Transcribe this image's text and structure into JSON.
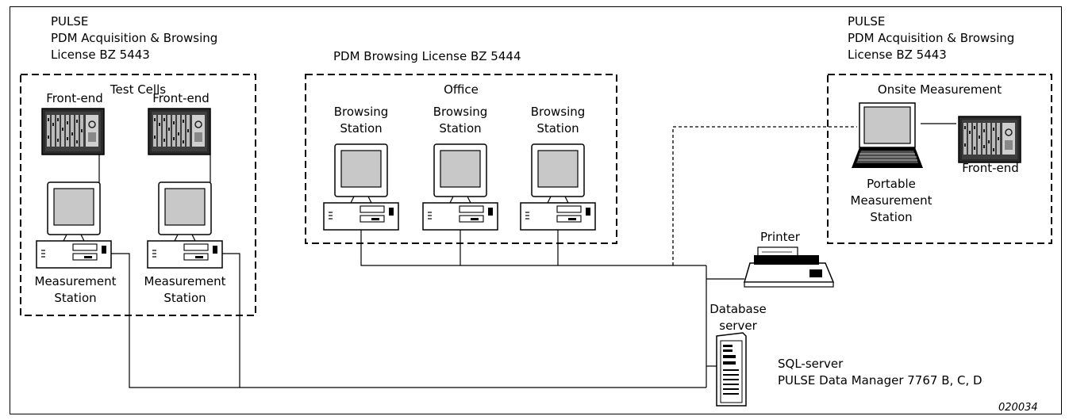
{
  "left_group": {
    "product": "PULSE",
    "package": "PDM Acquisition & Browsing",
    "license": "License BZ 5443",
    "box_title": "Test Cells",
    "station1": {
      "frontend": "Front-end",
      "label_line1": "Measurement",
      "label_line2": "Station"
    },
    "station2": {
      "frontend": "Front-end",
      "label_line1": "Measurement",
      "label_line2": "Station"
    }
  },
  "middle_group": {
    "license": "PDM Browsing License BZ 5444",
    "box_title": "Office",
    "stations": [
      {
        "line1": "Browsing",
        "line2": "Station"
      },
      {
        "line1": "Browsing",
        "line2": "Station"
      },
      {
        "line1": "Browsing",
        "line2": "Station"
      }
    ]
  },
  "right_group": {
    "product": "PULSE",
    "package": "PDM Acquisition & Browsing",
    "license": "License BZ 5443",
    "box_title": "Onsite Measurement",
    "portable_line1": "Portable",
    "portable_line2": "Measurement",
    "portable_line3": "Station",
    "frontend": "Front-end"
  },
  "printer": {
    "label": "Printer"
  },
  "database": {
    "label_line1": "Database",
    "label_line2": "server",
    "sql_line1": "SQL-server",
    "sql_line2": "PULSE Data Manager 7767 B, C, D"
  },
  "figure_code": "020034",
  "icons": [
    "front-end-icon",
    "computer-icon",
    "laptop-icon",
    "printer-icon",
    "server-icon"
  ]
}
